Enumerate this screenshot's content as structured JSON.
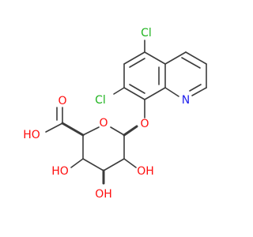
{
  "molecule": {
    "colors": {
      "bond": "#3c3c3c",
      "oxygen": "#ff0d0d",
      "chlorine": "#1fb41f",
      "nitrogen": "#2222ee"
    },
    "atoms": {
      "cl_top": "Cl",
      "cl_left": "Cl",
      "n_ring": "N",
      "o_ether": "O",
      "o_ring": "O",
      "o_carbonyl": "O",
      "oh_acid": "HO",
      "oh_c2": "OH",
      "oh_c3": "OH",
      "oh_c4": "HO"
    }
  }
}
